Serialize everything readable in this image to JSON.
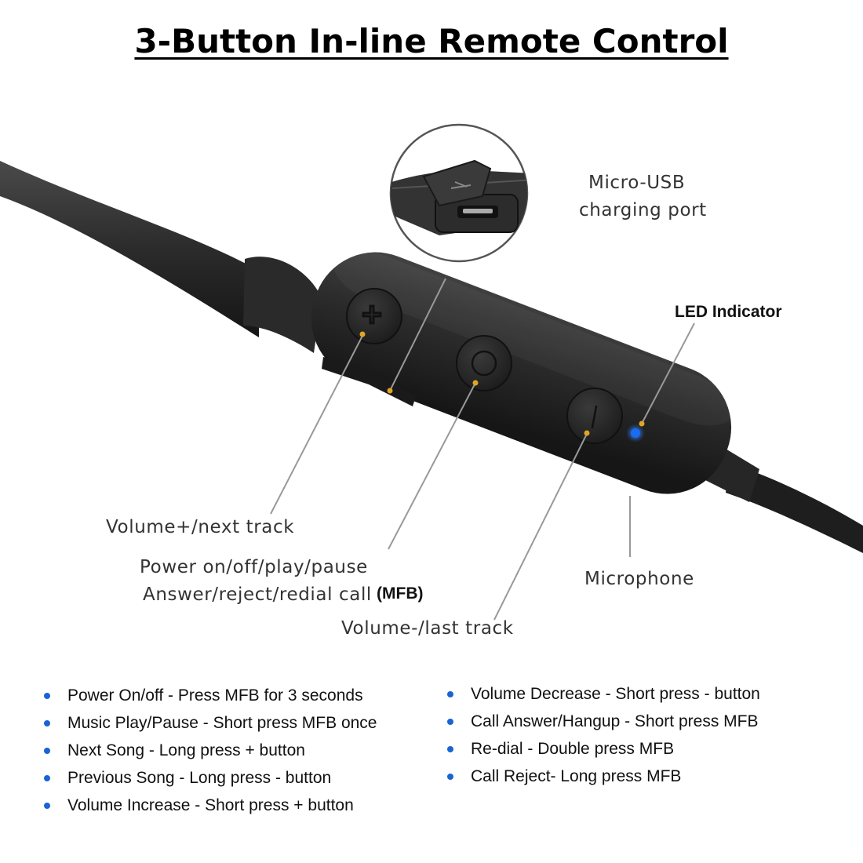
{
  "title": "3-Button In-line Remote Control",
  "colors": {
    "led": "#1a6cf0",
    "marker": "#e0a623",
    "bullet": "#1a63d4",
    "body": "#2a2a2a"
  },
  "icons": [
    "plus-button-icon",
    "circle-button-icon",
    "minus-button-icon",
    "micro-usb-port-icon"
  ],
  "labels": {
    "micro_usb_1": "Micro-USB",
    "micro_usb_2": "charging port",
    "led": "LED Indicator",
    "volume_plus": "Volume+/next track",
    "power_1": "Power on/off/play/pause",
    "power_2": "Answer/reject/redial call",
    "power_mfb": "(MFB)",
    "microphone": "Microphone",
    "volume_minus": "Volume-/last track"
  },
  "instructions_left": [
    "Power On/off - Press MFB for 3 seconds",
    "Music Play/Pause - Short press MFB once",
    "Next Song - Long press + button",
    "Previous Song - Long press - button",
    "Volume Increase - Short press + button"
  ],
  "instructions_right": [
    "Volume Decrease - Short press - button",
    "Call Answer/Hangup - Short press MFB",
    "Re-dial - Double press MFB",
    "Call Reject- Long press MFB"
  ]
}
